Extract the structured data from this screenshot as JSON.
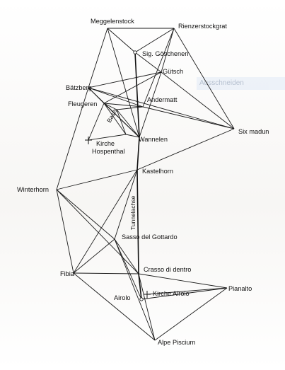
{
  "overlay": {
    "tooltip_text": "Ausschneiden"
  },
  "stations": [
    {
      "id": "meggelenstock",
      "label": "Meggelenstock"
    },
    {
      "id": "rienzerstockgrat",
      "label": "Rienzerstockgrat"
    },
    {
      "id": "sig-goeschenen",
      "label": "Sig. Göschenen"
    },
    {
      "id": "guetsch",
      "label": "Gütsch"
    },
    {
      "id": "baetzberg",
      "label": "Bätzberg"
    },
    {
      "id": "andermatt",
      "label": "Andermatt"
    },
    {
      "id": "fleugeren",
      "label": "Fleugeren"
    },
    {
      "id": "six-madun",
      "label": "Six madun"
    },
    {
      "id": "wannelen",
      "label": "Wannelen"
    },
    {
      "id": "kirche-hospenthal",
      "label": "Kirche\nHospenthal"
    },
    {
      "id": "kastelhorn",
      "label": "Kastelhorn"
    },
    {
      "id": "winterhorn",
      "label": "Winterhorn"
    },
    {
      "id": "sasso-del-gottardo",
      "label": "Sasso del Gottardo"
    },
    {
      "id": "fibia",
      "label": "Fibia"
    },
    {
      "id": "crasso-di-dentro",
      "label": "Crasso di dentro"
    },
    {
      "id": "pianalto",
      "label": "Pianalto"
    },
    {
      "id": "kirche-airolo",
      "label": "Kirche Airolo"
    },
    {
      "id": "airolo",
      "label": "Airolo"
    },
    {
      "id": "alpe-piscium",
      "label": "Alpe Piscium"
    }
  ],
  "baseline_label": "Basis",
  "tunnel_axis_label": "Tunnelachse"
}
